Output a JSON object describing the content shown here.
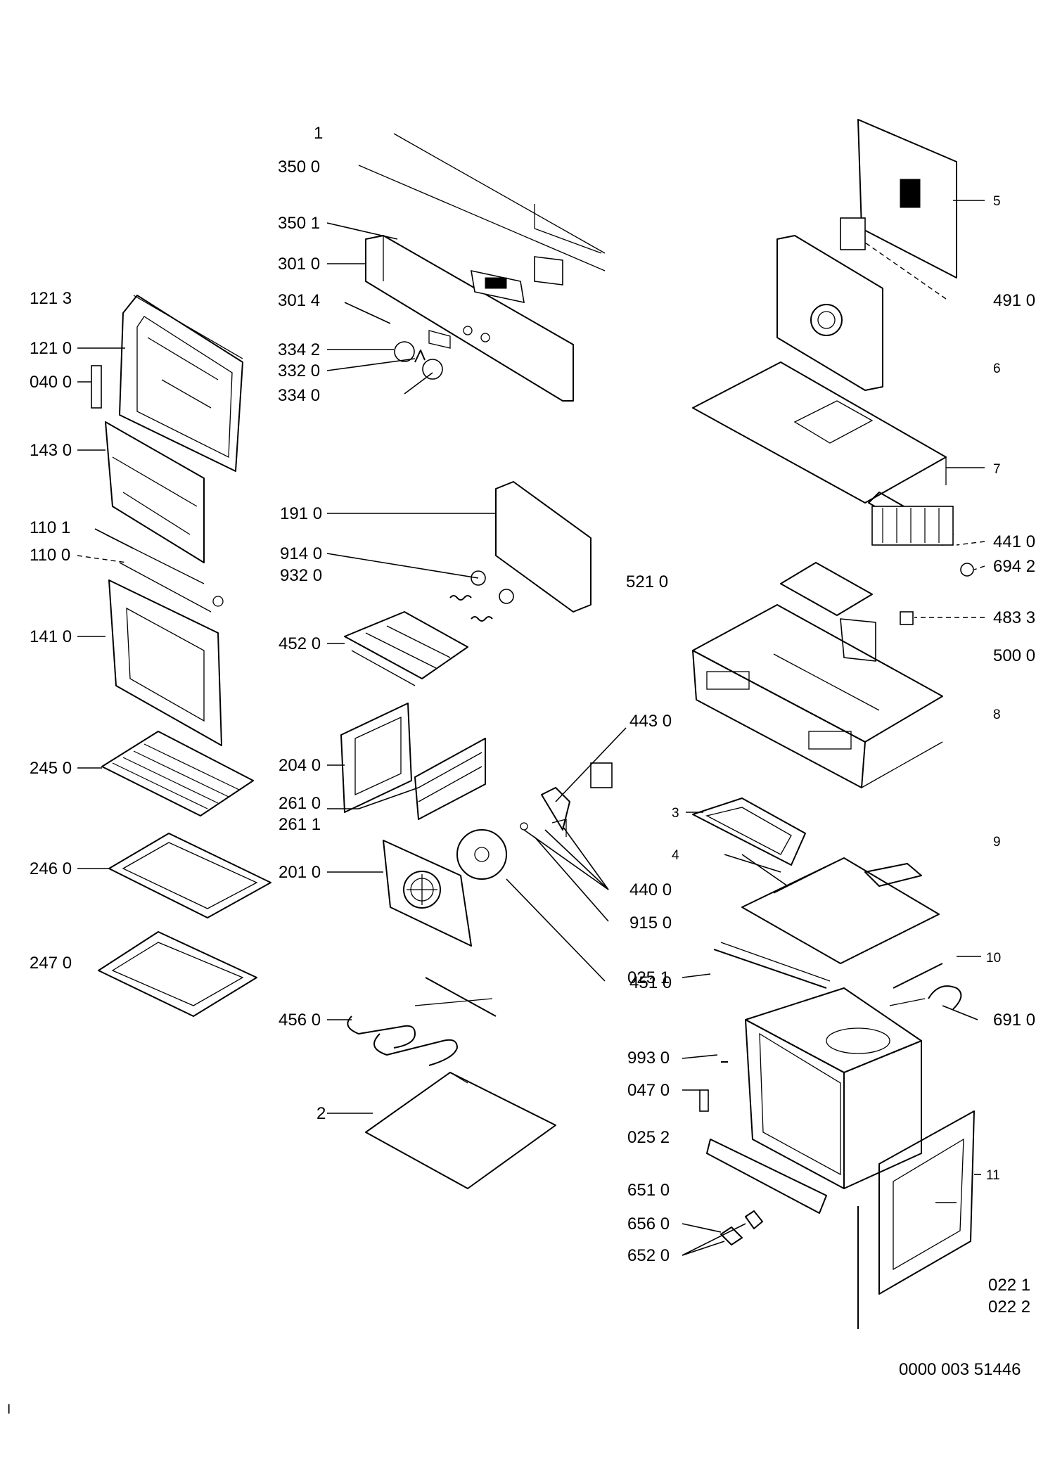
{
  "diagram": {
    "labels": [
      "1",
      "350 0",
      "350 1",
      "301 0",
      "301 4",
      "334 2",
      "332 0",
      "334 0",
      "121 3",
      "121 0",
      "040 0",
      "143 0",
      "110 1",
      "110 0",
      "141 0",
      "245 0",
      "246 0",
      "247 0",
      "191 0",
      "914 0",
      "932 0",
      "521 0",
      "452 0",
      "443 0",
      "204 0",
      "261 0",
      "261 1",
      "201 0",
      "440 0",
      "915 0",
      "451 0",
      "456 0",
      "2",
      "5",
      "491 0",
      "6",
      "7",
      "441 0",
      "694 2",
      "483 3",
      "500 0",
      "8",
      "3",
      "9",
      "4",
      "025 1",
      "10",
      "691 0",
      "993 0",
      "047 0",
      "025 2",
      "651 0",
      "656 0",
      "652 0",
      "11",
      "022 1",
      "022 2"
    ],
    "document_number": "0000 003 51446",
    "corner_mark": "I"
  }
}
